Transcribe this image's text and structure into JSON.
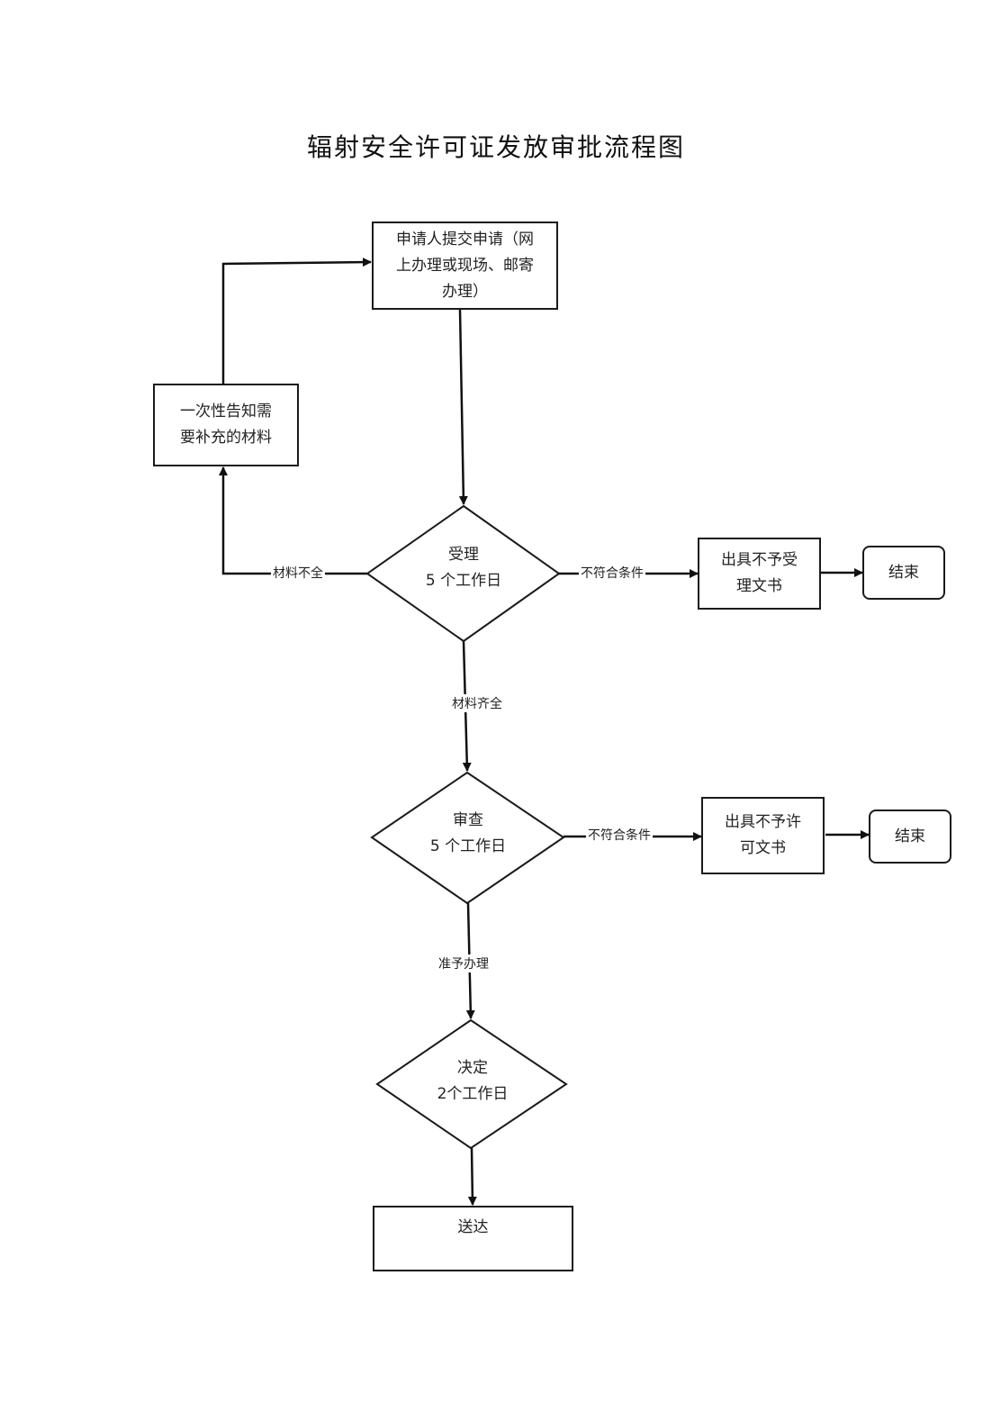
{
  "title": "辐射安全许可证发放审批流程图",
  "nodes": {
    "apply": {
      "type": "process",
      "text": "申请人提交申请（网\n上办理或现场、邮寄\n办理）"
    },
    "notify": {
      "type": "process",
      "text": "一次性告知需\n要补充的材料"
    },
    "accept": {
      "type": "decision",
      "text": "受理\n5 个工作日"
    },
    "reject_accept": {
      "type": "process",
      "text": "出具不予受\n理文书"
    },
    "end1": {
      "type": "terminal",
      "text": "结束"
    },
    "review": {
      "type": "decision",
      "text": "审查\n5 个工作日"
    },
    "reject_permit": {
      "type": "process",
      "text": "出具不予许\n可文书"
    },
    "end2": {
      "type": "terminal",
      "text": "结束"
    },
    "decide": {
      "type": "decision",
      "text": "决定\n2个工作日"
    },
    "deliver": {
      "type": "process",
      "text": "送达"
    }
  },
  "edges": [
    {
      "from": "apply",
      "to": "accept",
      "label": ""
    },
    {
      "from": "accept",
      "to": "notify",
      "label": "材料不全"
    },
    {
      "from": "notify",
      "to": "apply",
      "label": ""
    },
    {
      "from": "accept",
      "to": "reject_accept",
      "label": "不符合条件"
    },
    {
      "from": "reject_accept",
      "to": "end1",
      "label": ""
    },
    {
      "from": "accept",
      "to": "review",
      "label": "材料齐全"
    },
    {
      "from": "review",
      "to": "reject_permit",
      "label": "不符合条件"
    },
    {
      "from": "reject_permit",
      "to": "end2",
      "label": ""
    },
    {
      "from": "review",
      "to": "decide",
      "label": "准予办理"
    },
    {
      "from": "decide",
      "to": "deliver",
      "label": ""
    }
  ]
}
